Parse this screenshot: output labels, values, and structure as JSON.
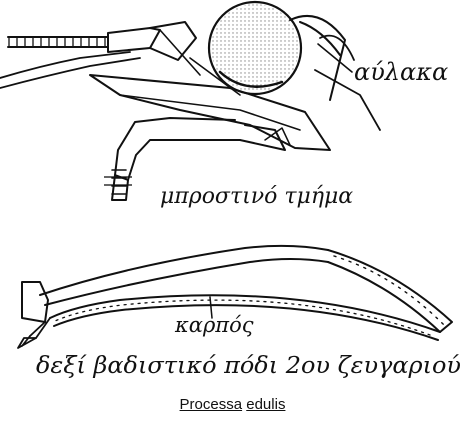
{
  "labels": {
    "antenna_scale": "αύλακα",
    "front_part": "μπροστινό τμήμα",
    "carpus": "καρπός",
    "leg_caption": "δεξί βαδιστικό πόδι 2ου ζευγαριού"
  },
  "species": {
    "genus": "Processa",
    "epithet": "edulis"
  }
}
